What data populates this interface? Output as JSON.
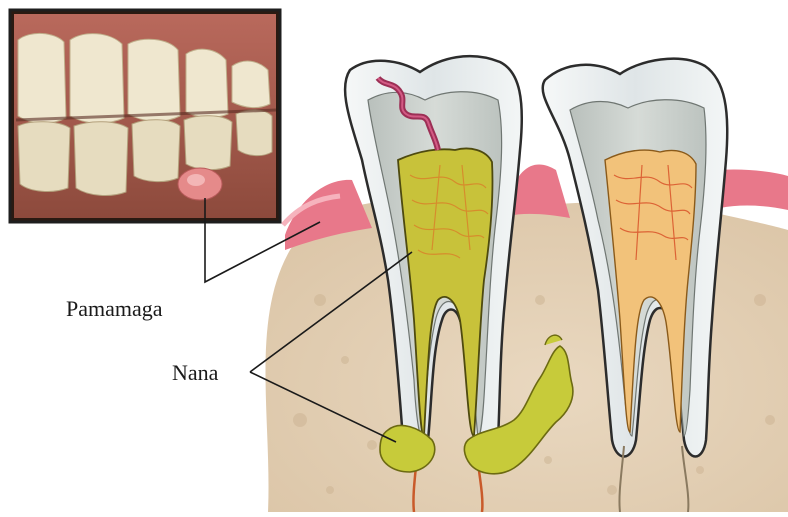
{
  "labels": {
    "swelling": "Pamamaga",
    "pus": "Nana"
  },
  "colors": {
    "gum": "#e8788a",
    "bone": "#e8d6bf",
    "enamel": "#e7ecee",
    "dentin": "#c9cfcb",
    "pulp_healthy": "#f2c27a",
    "pulp_infected": "#c8c23a",
    "abscess": "#c7cb3a",
    "decay": "#9c2f55",
    "photo_frame": "#2a1a12"
  },
  "icons": [
    "photo-inset",
    "tooth-infected",
    "tooth-healthy",
    "abscess-blob",
    "decay-crack"
  ]
}
